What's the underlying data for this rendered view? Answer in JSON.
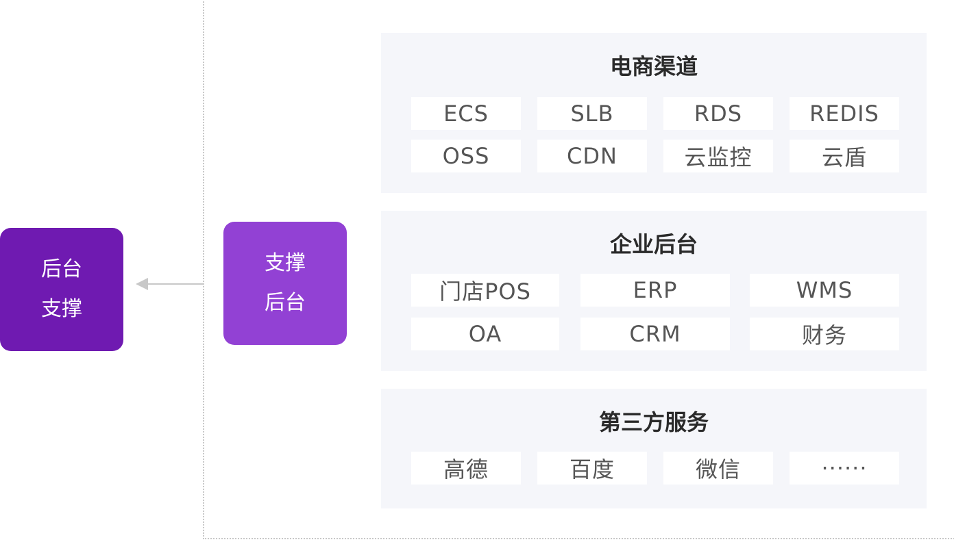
{
  "left_nodes": {
    "backend_support": [
      "后台",
      "支撑"
    ],
    "support_backend": [
      "支撑",
      "后台"
    ]
  },
  "groups": [
    {
      "title": "电商渠道",
      "items": [
        "ECS",
        "SLB",
        "RDS",
        "REDIS",
        "OSS",
        "CDN",
        "云监控",
        "云盾"
      ]
    },
    {
      "title": "企业后台",
      "items": [
        "门店POS",
        "ERP",
        "WMS",
        "OA",
        "CRM",
        "财务"
      ]
    },
    {
      "title": "第三方服务",
      "items": [
        "高德",
        "百度",
        "微信",
        "······"
      ]
    }
  ],
  "colors": {
    "node_dark": "#6f1ab1",
    "node_light": "#9241d4",
    "group_bg": "#f5f6fa",
    "arrow": "#c8c8c8"
  }
}
